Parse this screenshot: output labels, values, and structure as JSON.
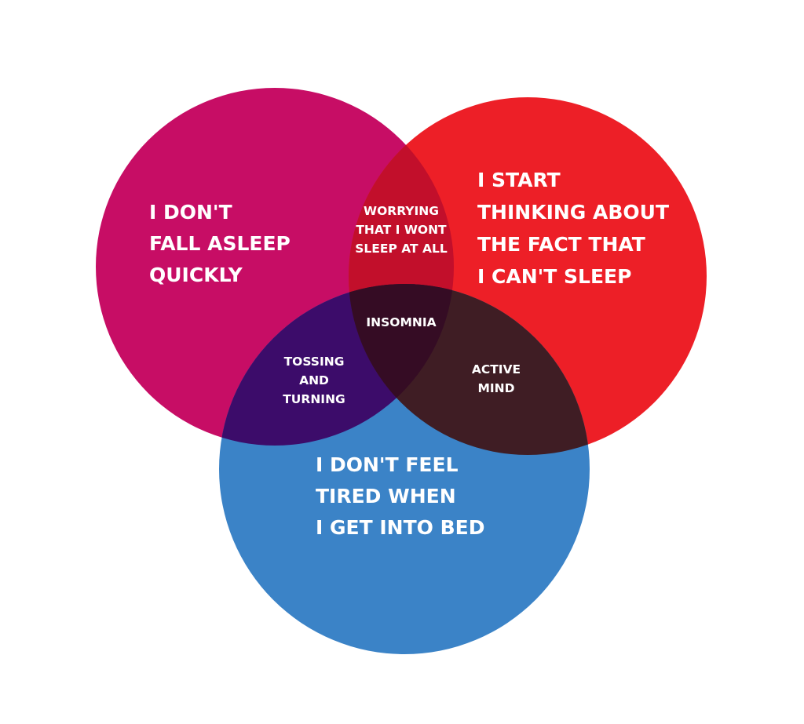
{
  "colors": {
    "background": "#ffffff",
    "circle_left": "#c70d65",
    "circle_right": "#ed1f27",
    "circle_bottom": "#3b83c7",
    "overlap_left_right": "#c20f2b",
    "overlap_left_bottom": "#3c0c6a",
    "overlap_right_bottom": "#3f1d24",
    "overlap_center": "#350c24",
    "text": "#ffffff"
  },
  "sets": {
    "left": {
      "lines": [
        "I DON'T",
        "FALL ASLEEP",
        "QUICKLY"
      ]
    },
    "right": {
      "lines": [
        "I START",
        "THINKING ABOUT",
        "THE FACT THAT",
        "I CAN'T SLEEP"
      ]
    },
    "bottom": {
      "lines": [
        "I DON'T FEEL",
        "TIRED WHEN",
        "I GET INTO BED"
      ]
    }
  },
  "overlaps": {
    "left_right": {
      "lines": [
        "WORRYING",
        "THAT I WONT",
        "SLEEP AT ALL"
      ]
    },
    "left_bottom": {
      "lines": [
        "TOSSING",
        "AND",
        "TURNING"
      ]
    },
    "right_bottom": {
      "lines": [
        "ACTIVE",
        "MIND"
      ]
    },
    "center": {
      "lines": [
        "INSOMNIA"
      ]
    }
  }
}
